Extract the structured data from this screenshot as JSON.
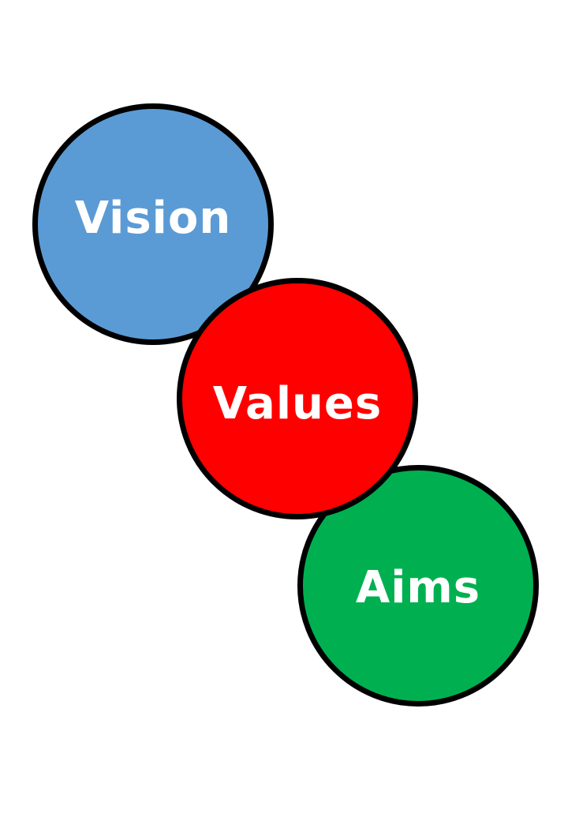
{
  "circles": [
    {
      "label": "Vision",
      "color": "#5b9bd5"
    },
    {
      "label": "Values",
      "color": "#ff0000"
    },
    {
      "label": "Aims",
      "color": "#00b050"
    }
  ],
  "outline_color": "#000000",
  "text_color": "#ffffff"
}
